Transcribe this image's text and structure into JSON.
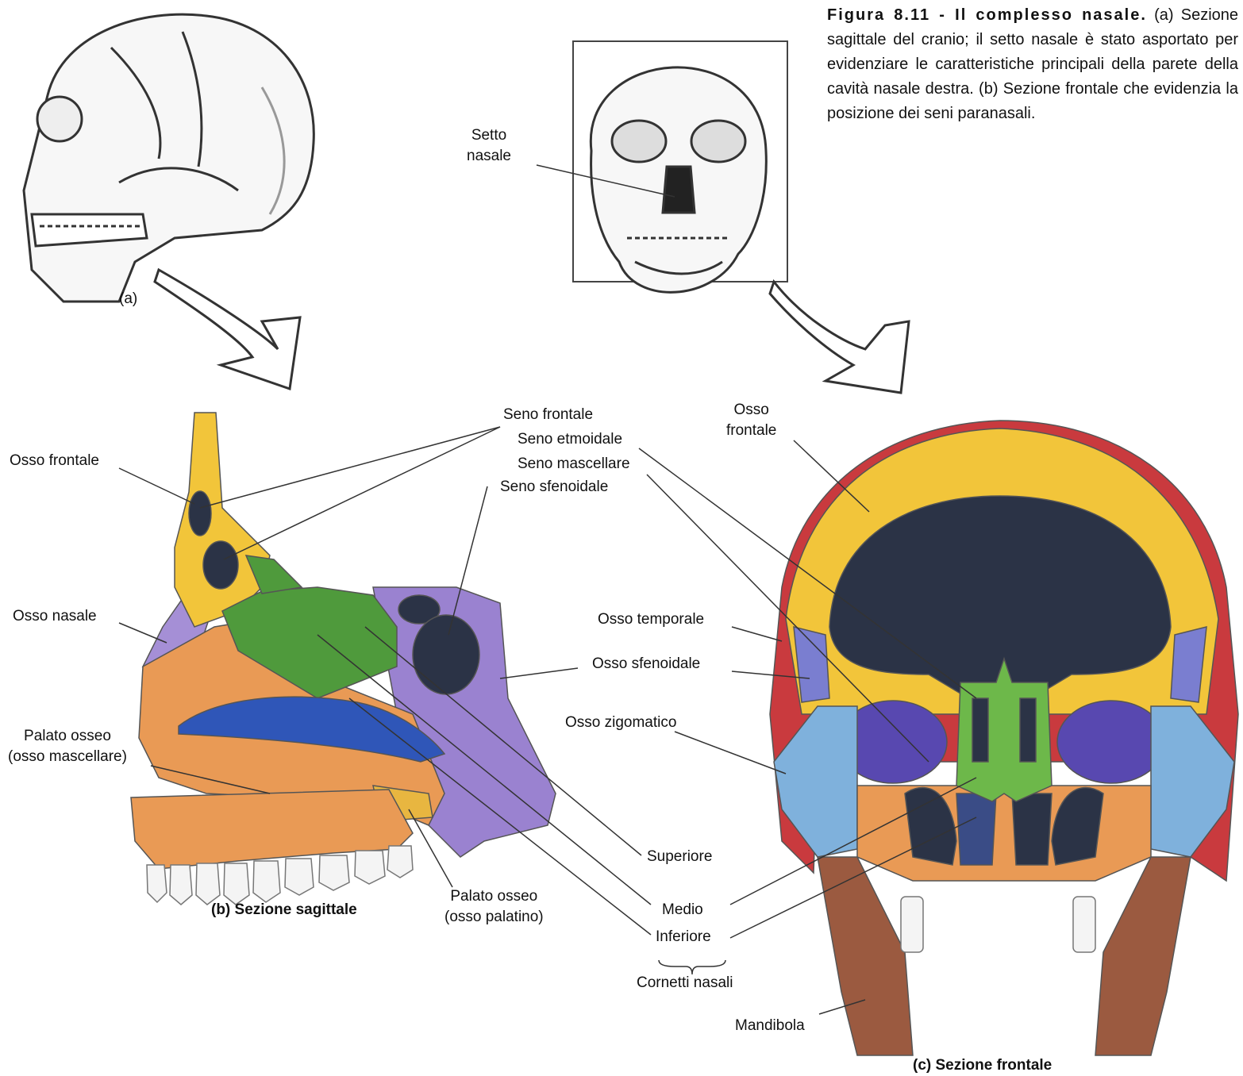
{
  "caption": {
    "title": "Figura 8.11 - Il complesso nasale.",
    "body": "(a) Sezione sagittale del cranio; il setto nasale è stato asportato per evidenziare le caratteristiche principali della parete della cavità nasale destra. (b) Sezione frontale che evidenzia la posizione dei seni paranasali."
  },
  "panels": {
    "a": "(a)",
    "b": "(b) Sezione sagittale",
    "c": "(c) Sezione frontale"
  },
  "labels": {
    "setto_nasale": "Setto\nnasale",
    "seno_frontale": "Seno frontale",
    "seno_etmoidale": "Seno etmoidale",
    "seno_mascellare": "Seno mascellare",
    "seno_sfenoidale": "Seno sfenoidale",
    "osso_frontale_b": "Osso frontale",
    "osso_nasale": "Osso nasale",
    "palato_osseo_mascellare": "Palato osseo\n(osso mascellare)",
    "palato_osseo_palatino": "Palato osseo\n(osso palatino)",
    "superiore": "Superiore",
    "medio": "Medio",
    "inferiore": "Inferiore",
    "cornetti_nasali": "Cornetti nasali",
    "osso_frontale_c": "Osso\nfrontale",
    "osso_temporale": "Osso temporale",
    "osso_sfenoidale": "Osso sfenoidale",
    "osso_zigomatico": "Osso zigomatico",
    "mandibola": "Mandibola"
  },
  "colors": {
    "frontal_bone": "#f2c53a",
    "nasal_bone": "#a58fd6",
    "maxilla": "#e99a55",
    "ethmoid": "#4f9a3c",
    "inferior_concha": "#2f56b8",
    "sphenoid": "#9a82d0",
    "palatine": "#e8b640",
    "sinus": "#2b3346",
    "temporal": "#c93a3e",
    "zygomatic": "#7fb1dc",
    "mandible": "#9b5a40",
    "teeth": "#f4f4f4"
  }
}
